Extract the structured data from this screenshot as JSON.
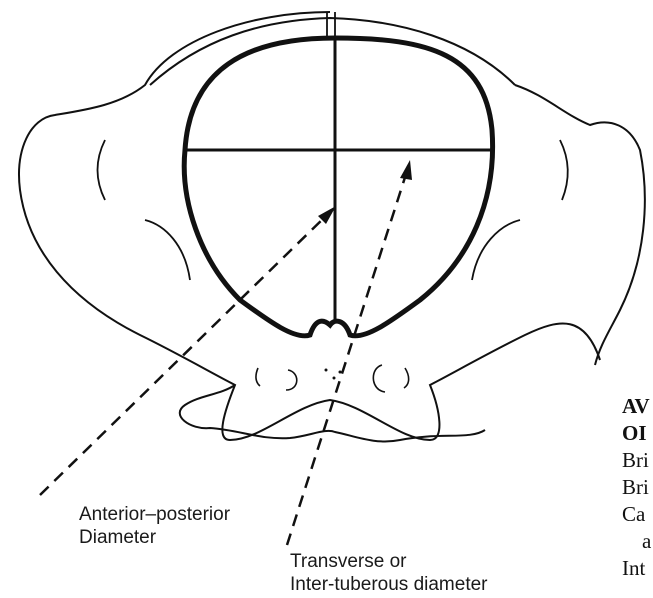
{
  "labels": {
    "anterior_posterior_line1": "Anterior–posterior",
    "anterior_posterior_line2": "Diameter",
    "transverse_line1": "Transverse or",
    "transverse_line2": "Inter-tuberous diameter"
  },
  "cut_off_text": {
    "line1": "AV",
    "line2": "OI",
    "line3": "Bri",
    "line4": "Bri",
    "line5": "Ca",
    "line6": "a",
    "line7": "Int"
  },
  "colors": {
    "ink": "#111111",
    "background": "#ffffff"
  }
}
